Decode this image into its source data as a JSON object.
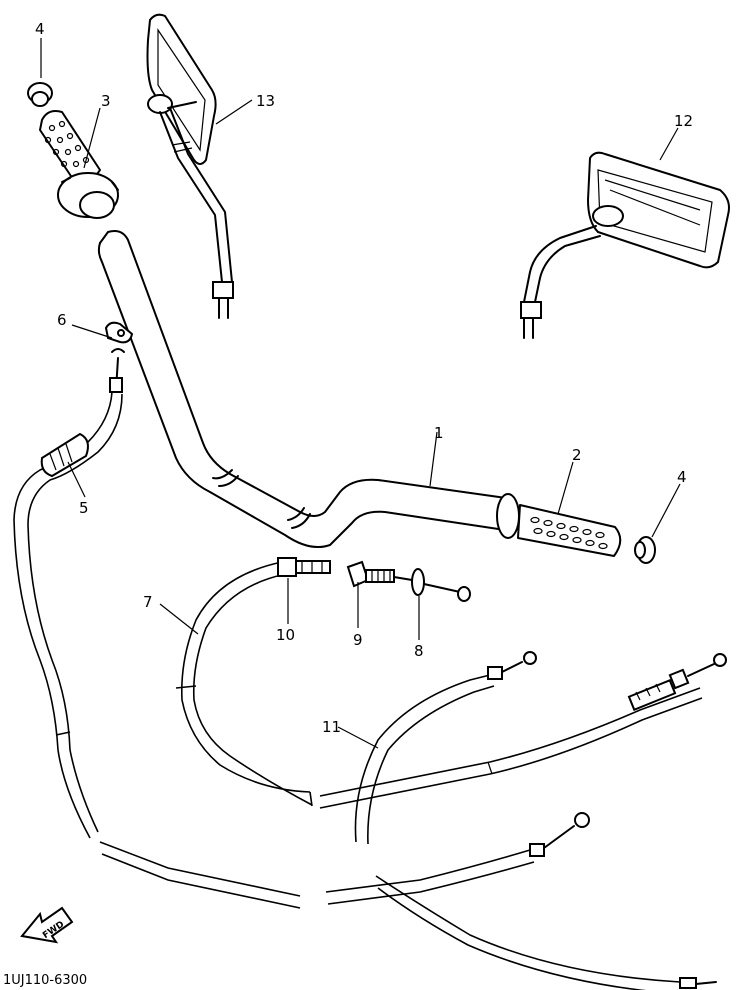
{
  "diagram": {
    "part_code": "1UJ110-6300",
    "direction_label": "FWD",
    "callouts": [
      "1",
      "2",
      "3",
      "4",
      "4",
      "5",
      "6",
      "7",
      "8",
      "9",
      "10",
      "11",
      "12",
      "13"
    ]
  }
}
